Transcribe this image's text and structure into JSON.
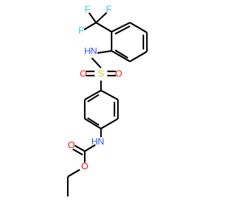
{
  "molecule": {
    "atoms": {
      "F1": "F",
      "F2": "F",
      "F3": "F",
      "N_sulfonamide": "N",
      "H_sulfonamide": "H",
      "O_left": "O",
      "S": "S",
      "O_right": "O",
      "N_carbamate": "N",
      "H_carbamate": "H",
      "O_carbonyl": "O",
      "O_ester": "O"
    },
    "colors": {
      "bond": "#000000",
      "fluorine": "#33cccc",
      "nitrogen": "#3050f8",
      "oxygen": "#ff0d0d",
      "sulfur": "#d4c51a"
    }
  }
}
